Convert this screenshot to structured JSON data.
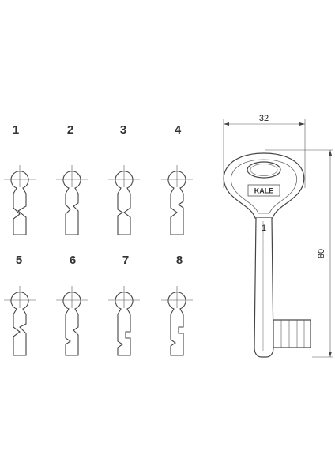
{
  "profiles": [
    {
      "label": "1"
    },
    {
      "label": "2"
    },
    {
      "label": "3"
    },
    {
      "label": "4"
    },
    {
      "label": "5"
    },
    {
      "label": "6"
    },
    {
      "label": "7"
    },
    {
      "label": "8"
    }
  ],
  "key": {
    "brand": "KALE",
    "bit_number": "1",
    "width_label": "32",
    "length_label": "80"
  }
}
